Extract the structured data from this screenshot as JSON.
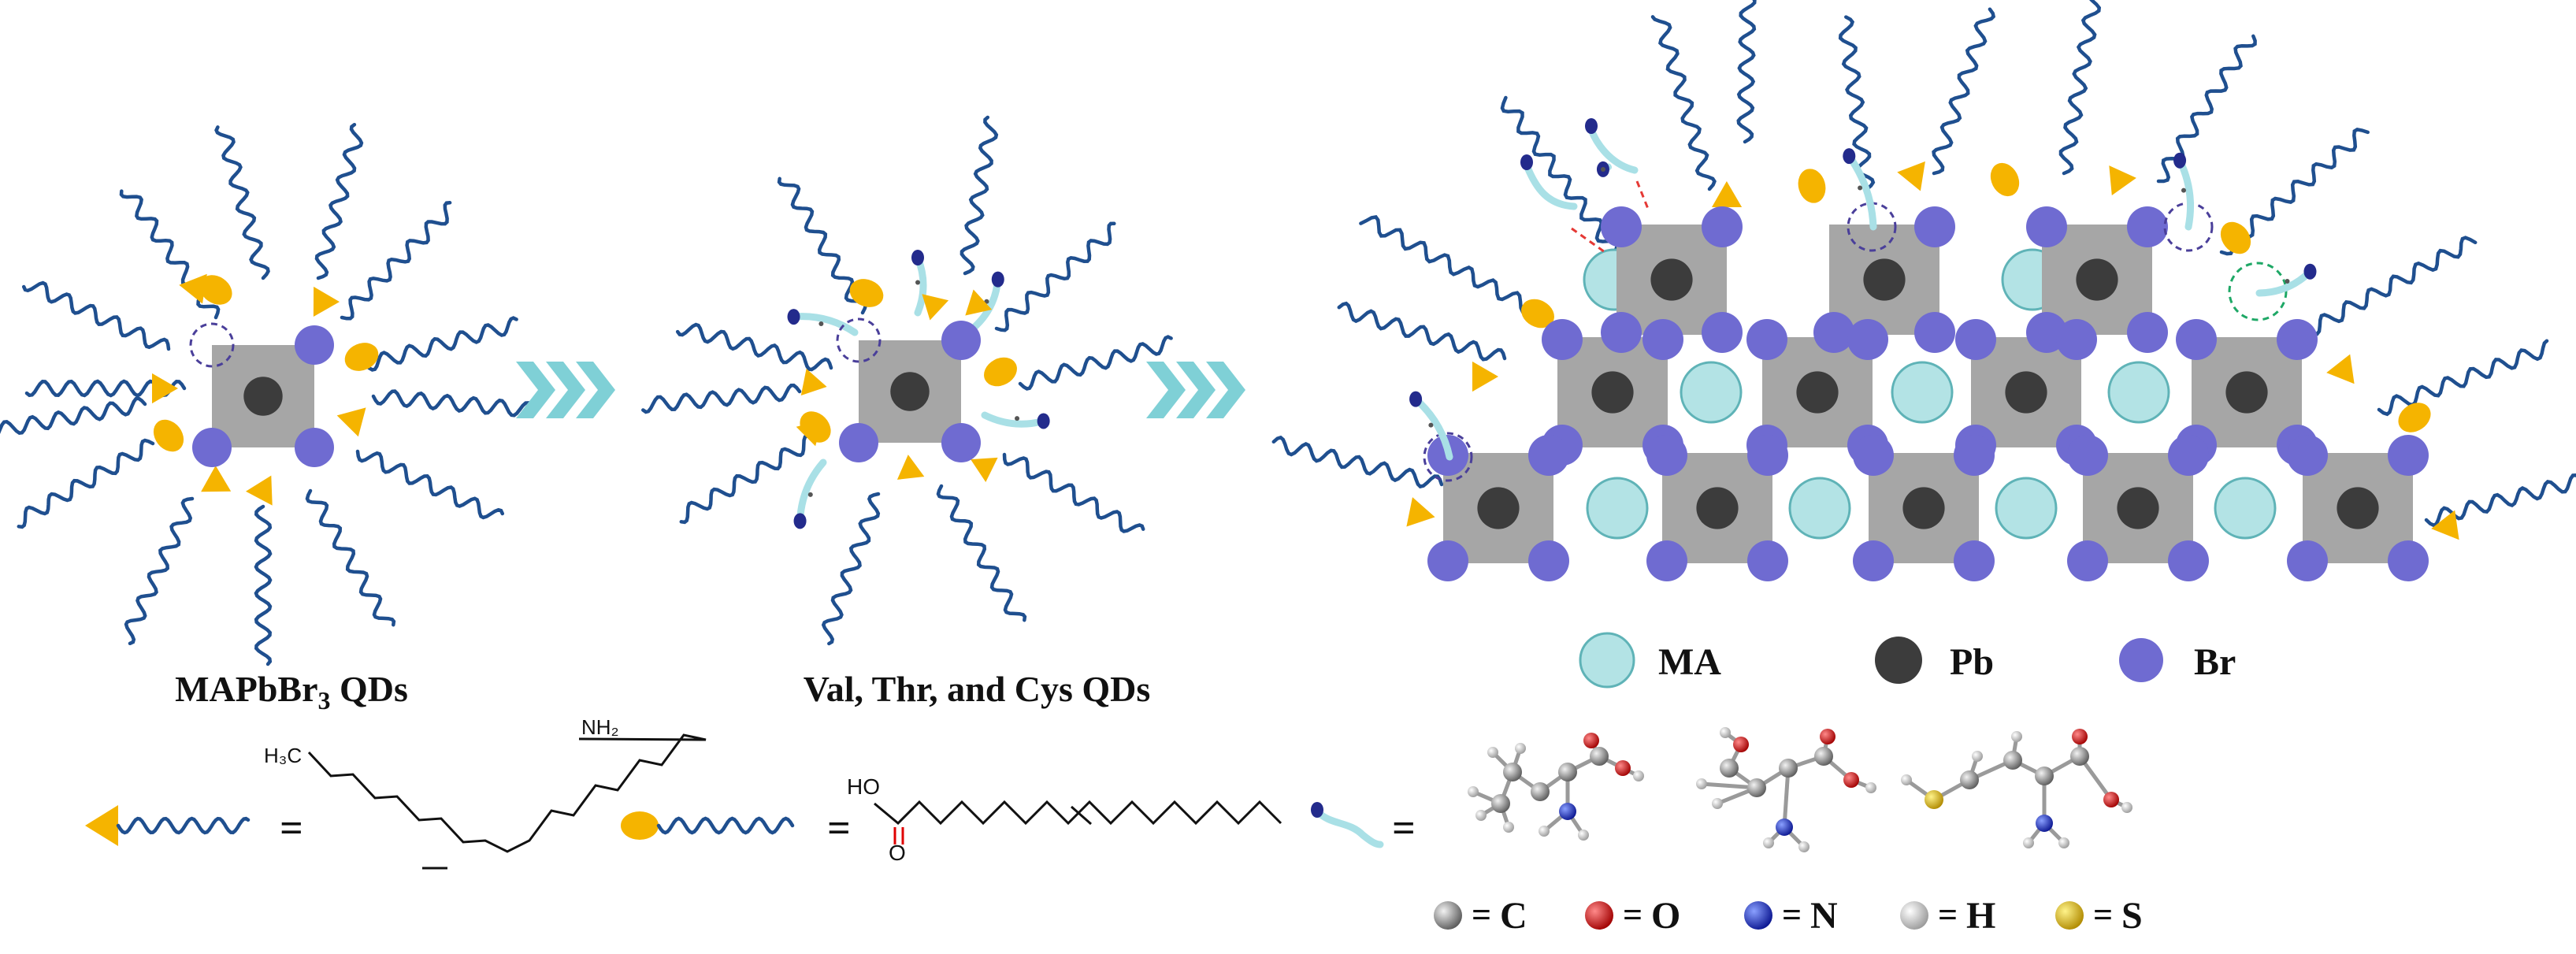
{
  "colors": {
    "chain": "#1f4f8f",
    "cap_yellow": "#f5b400",
    "block": "#a6a6a6",
    "pb": "#3c3c3c",
    "br": "#6f6bd1",
    "ma": "#b3e3e5",
    "ma_stroke": "#5fb3b7",
    "amino_tail": "#a9e0e6",
    "amino_head": "#232b8c",
    "arrow": "#7fd0d6",
    "red_hbond": "#e53935",
    "green_circle": "#1ea866",
    "vacancy_circle": "#4a3f9a",
    "oxygen": "#e00000",
    "nitrogen": "#1a2fd6",
    "sulfur": "#f0c000",
    "carbon": "#8a8a8a",
    "hydrogen": "#dcdcdc"
  },
  "panels": {
    "qd1_label": "MAPbBr",
    "qd1_sub": "3",
    "qd1_suffix": " QDs",
    "qd2_label": "Val, Thr, and Cys QDs"
  },
  "legend": {
    "ma": "MA",
    "pb": "Pb",
    "br": "Br"
  },
  "ligands": {
    "equals": "=",
    "amine_h3c": "H₃C",
    "amine_nh2": "NH₂",
    "acid_ho": "HO",
    "acid_o": "O"
  },
  "atom_key": [
    {
      "name": "carbon-atom-key",
      "symbol": "C",
      "color_key": "carbon"
    },
    {
      "name": "oxygen-atom-key",
      "symbol": "O",
      "color_key": "oxygen"
    },
    {
      "name": "nitrogen-atom-key",
      "symbol": "N",
      "color_key": "nitrogen"
    },
    {
      "name": "hydrogen-atom-key",
      "symbol": "H",
      "color_key": "hydrogen"
    },
    {
      "name": "sulfur-atom-key",
      "symbol": "S",
      "color_key": "sulfur"
    }
  ]
}
